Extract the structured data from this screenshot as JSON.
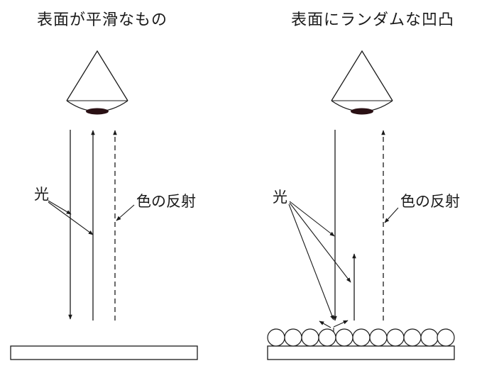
{
  "left_panel": {
    "title": "表面が平滑なもの",
    "light_label": "光",
    "reflection_label": "色の反射"
  },
  "right_panel": {
    "title": "表面にランダムな凹凸",
    "light_label": "光",
    "reflection_label": "色の反射"
  },
  "colors": {
    "line": "#1a1a1a",
    "pupil": "#2a1014"
  }
}
